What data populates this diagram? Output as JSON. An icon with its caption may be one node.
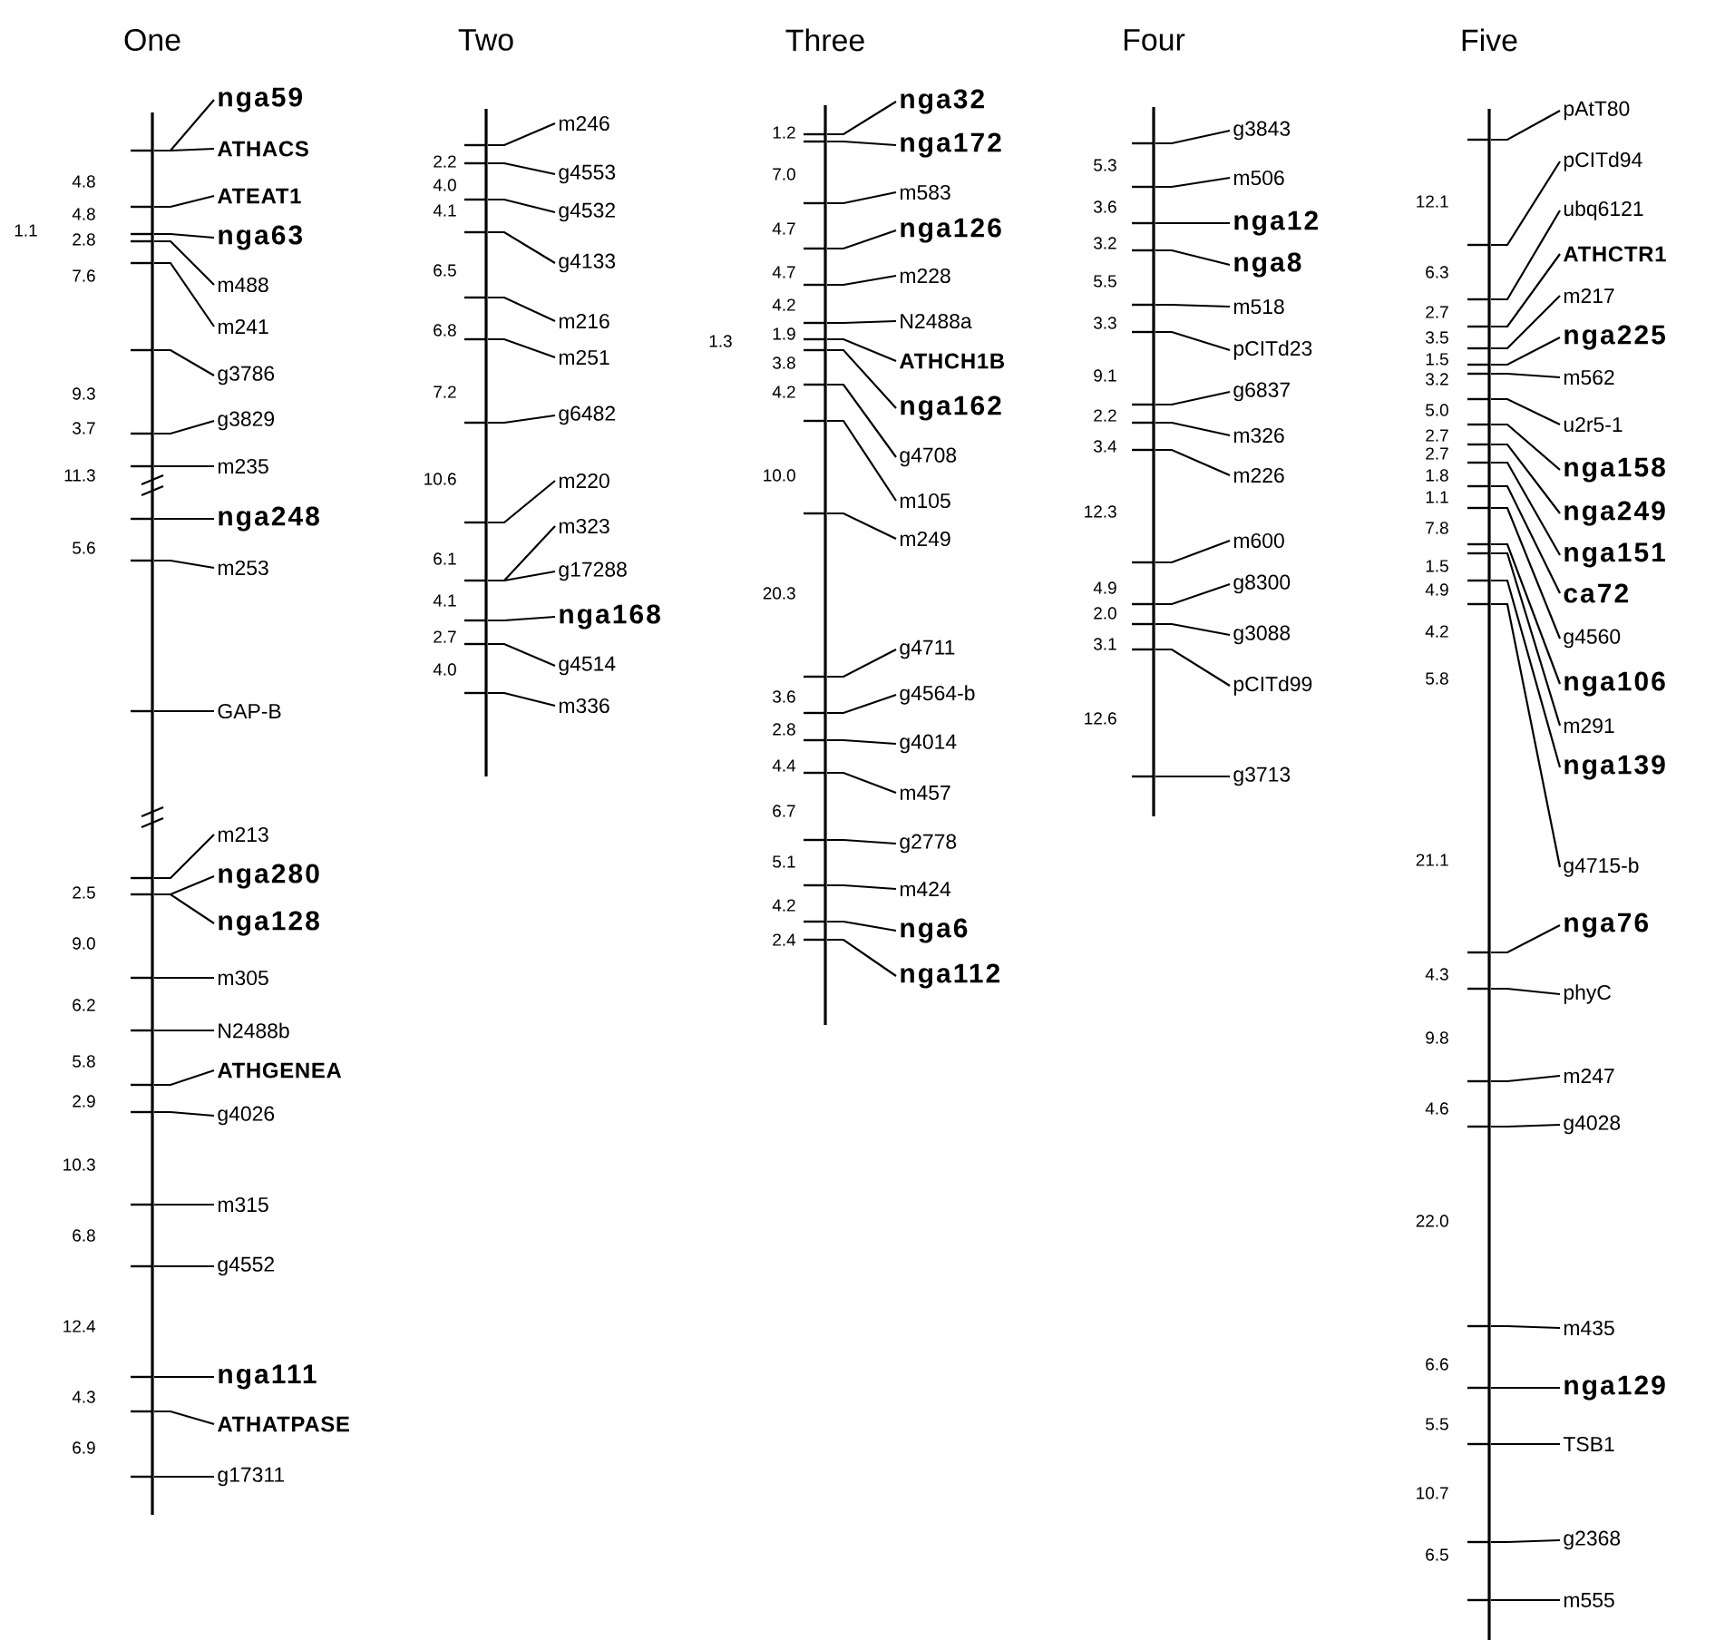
{
  "diagram": {
    "nodes": [
      {
        "text": [
          "One"
        ],
        "beside": [
          "4.8",
          "4.8",
          "1.1",
          "2.8",
          "7.6",
          "9.3",
          "3.7",
          "11.3",
          "5.6",
          "2.5",
          "9.0",
          "6.2",
          "5.8",
          "2.9",
          "10.3",
          "6.8",
          "12.4",
          "4.3",
          "6.9"
        ]
      },
      {
        "text": [
          "nga59"
        ]
      },
      {
        "text": [
          "ATHACS"
        ]
      },
      {
        "text": [
          "ATEAT1"
        ]
      },
      {
        "text": [
          "nga63"
        ]
      },
      {
        "text": [
          "m488"
        ]
      },
      {
        "text": [
          "m241"
        ]
      },
      {
        "text": [
          "g3786"
        ]
      },
      {
        "text": [
          "g3829"
        ]
      },
      {
        "text": [
          "m235"
        ]
      },
      {
        "text": [
          "nga248"
        ]
      },
      {
        "text": [
          "m253"
        ]
      },
      {
        "text": [
          "GAP-B"
        ]
      },
      {
        "text": [
          "m213"
        ]
      },
      {
        "text": [
          "nga280"
        ]
      },
      {
        "text": [
          "nga128"
        ]
      },
      {
        "text": [
          "m305"
        ]
      },
      {
        "text": [
          "N2488b"
        ]
      },
      {
        "text": [
          "ATHGENEA"
        ]
      },
      {
        "text": [
          "g4026"
        ]
      },
      {
        "text": [
          "m315"
        ]
      },
      {
        "text": [
          "g4552"
        ]
      },
      {
        "text": [
          "nga111"
        ]
      },
      {
        "text": [
          "ATHATPASE"
        ]
      },
      {
        "text": [
          "g17311"
        ]
      },
      {
        "text": [
          "Two"
        ],
        "beside": [
          "2.2",
          "4.0",
          "4.1",
          "6.5",
          "6.8",
          "7.2",
          "10.6",
          "6.1",
          "4.1",
          "2.7",
          "4.0"
        ]
      },
      {
        "text": [
          "m246"
        ]
      },
      {
        "text": [
          "g4553"
        ]
      },
      {
        "text": [
          "g4532"
        ]
      },
      {
        "text": [
          "g4133"
        ]
      },
      {
        "text": [
          "m216"
        ]
      },
      {
        "text": [
          "m251"
        ]
      },
      {
        "text": [
          "g6482"
        ]
      },
      {
        "text": [
          "m220"
        ]
      },
      {
        "text": [
          "m323"
        ]
      },
      {
        "text": [
          "g17288"
        ]
      },
      {
        "text": [
          "nga168"
        ]
      },
      {
        "text": [
          "g4514"
        ]
      },
      {
        "text": [
          "m336"
        ]
      },
      {
        "text": [
          "Three"
        ],
        "beside": [
          "1.2",
          "7.0",
          "4.7",
          "4.7",
          "4.2",
          "1.3",
          "1.9",
          "3.8",
          "4.2",
          "10.0",
          "20.3",
          "3.6",
          "2.8",
          "4.4",
          "6.7",
          "5.1",
          "4.2",
          "2.4"
        ]
      },
      {
        "text": [
          "nga32"
        ]
      },
      {
        "text": [
          "nga172"
        ]
      },
      {
        "text": [
          "m583"
        ]
      },
      {
        "text": [
          "nga126"
        ]
      },
      {
        "text": [
          "m228"
        ]
      },
      {
        "text": [
          "N2488a"
        ]
      },
      {
        "text": [
          "ATHCH1B"
        ]
      },
      {
        "text": [
          "nga162"
        ]
      },
      {
        "text": [
          "g4708"
        ]
      },
      {
        "text": [
          "m105"
        ]
      },
      {
        "text": [
          "m249"
        ]
      },
      {
        "text": [
          "g4711"
        ]
      },
      {
        "text": [
          "g4564-b"
        ]
      },
      {
        "text": [
          "g4014"
        ]
      },
      {
        "text": [
          "m457"
        ]
      },
      {
        "text": [
          "g2778"
        ]
      },
      {
        "text": [
          "m424"
        ]
      },
      {
        "text": [
          "nga6"
        ]
      },
      {
        "text": [
          "nga112"
        ]
      },
      {
        "text": [
          "Four"
        ],
        "beside": [
          "5.3",
          "3.6",
          "3.2",
          "5.5",
          "3.3",
          "9.1",
          "2.2",
          "3.4",
          "12.3",
          "4.9",
          "2.0",
          "3.1",
          "12.6"
        ]
      },
      {
        "text": [
          "g3843"
        ]
      },
      {
        "text": [
          "m506"
        ]
      },
      {
        "text": [
          "nga12"
        ]
      },
      {
        "text": [
          "nga8"
        ]
      },
      {
        "text": [
          "m518"
        ]
      },
      {
        "text": [
          "pCITd23"
        ]
      },
      {
        "text": [
          "g6837"
        ]
      },
      {
        "text": [
          "m326"
        ]
      },
      {
        "text": [
          "m226"
        ]
      },
      {
        "text": [
          "m600"
        ]
      },
      {
        "text": [
          "g8300"
        ]
      },
      {
        "text": [
          "g3088"
        ]
      },
      {
        "text": [
          "pCITd99"
        ]
      },
      {
        "text": [
          "g3713"
        ]
      },
      {
        "text": [
          "Five"
        ],
        "beside": [
          "12.1",
          "6.3",
          "2.7",
          "3.5",
          "1.5",
          "3.2",
          "5.0",
          "2.7",
          "2.7",
          "1.8",
          "1.1",
          "7.8",
          "1.5",
          "4.9",
          "4.2",
          "5.8",
          "21.1",
          "4.3",
          "9.8",
          "4.6",
          "22.0",
          "6.6",
          "5.5",
          "10.7",
          "6.5"
        ]
      },
      {
        "text": [
          "pAtT80"
        ]
      },
      {
        "text": [
          "pCITd94"
        ]
      },
      {
        "text": [
          "ubq6121"
        ]
      },
      {
        "text": [
          "ATHCTR1"
        ]
      },
      {
        "text": [
          "m217"
        ]
      },
      {
        "text": [
          "nga225"
        ]
      },
      {
        "text": [
          "m562"
        ]
      },
      {
        "text": [
          "u2r5-1"
        ]
      },
      {
        "text": [
          "nga158"
        ]
      },
      {
        "text": [
          "nga249"
        ]
      },
      {
        "text": [
          "nga151"
        ]
      },
      {
        "text": [
          "ca72"
        ]
      },
      {
        "text": [
          "g4560"
        ]
      },
      {
        "text": [
          "nga106"
        ]
      },
      {
        "text": [
          "m291"
        ]
      },
      {
        "text": [
          "nga139"
        ]
      },
      {
        "text": [
          "g4715-b"
        ]
      },
      {
        "text": [
          "nga76"
        ]
      },
      {
        "text": [
          "phyC"
        ]
      },
      {
        "text": [
          "m247"
        ]
      },
      {
        "text": [
          "g4028"
        ]
      },
      {
        "text": [
          "m435"
        ]
      },
      {
        "text": [
          "nga129"
        ]
      },
      {
        "text": [
          "TSB1"
        ]
      },
      {
        "text": [
          "g2368"
        ]
      },
      {
        "text": [
          "m555"
        ]
      }
    ],
    "edges": [
      {
        "from": 1,
        "to": 0,
        "arrow": "none"
      },
      {
        "from": 2,
        "to": 0,
        "arrow": "none"
      },
      {
        "from": 3,
        "to": 0,
        "arrow": "none"
      },
      {
        "from": 4,
        "to": 0,
        "arrow": "none"
      },
      {
        "from": 5,
        "to": 0,
        "arrow": "none"
      },
      {
        "from": 6,
        "to": 0,
        "arrow": "none"
      },
      {
        "from": 7,
        "to": 0,
        "arrow": "none"
      },
      {
        "from": 8,
        "to": 0,
        "arrow": "none"
      },
      {
        "from": 9,
        "to": 0,
        "arrow": "none"
      },
      {
        "from": 10,
        "to": 0,
        "arrow": "none"
      },
      {
        "from": 11,
        "to": 0,
        "arrow": "none"
      },
      {
        "from": 12,
        "to": 0,
        "arrow": "none"
      },
      {
        "from": 13,
        "to": 0,
        "arrow": "none"
      },
      {
        "from": 14,
        "to": 0,
        "arrow": "none"
      },
      {
        "from": 15,
        "to": 0,
        "arrow": "none"
      },
      {
        "from": 16,
        "to": 0,
        "arrow": "none"
      },
      {
        "from": 17,
        "to": 0,
        "arrow": "none"
      },
      {
        "from": 18,
        "to": 0,
        "arrow": "none"
      },
      {
        "from": 19,
        "to": 0,
        "arrow": "none"
      },
      {
        "from": 20,
        "to": 0,
        "arrow": "none"
      },
      {
        "from": 21,
        "to": 0,
        "arrow": "none"
      },
      {
        "from": 22,
        "to": 0,
        "arrow": "none"
      },
      {
        "from": 23,
        "to": 0,
        "arrow": "none"
      },
      {
        "from": 24,
        "to": 0,
        "arrow": "none"
      },
      {
        "from": 26,
        "to": 25,
        "arrow": "none"
      },
      {
        "from": 27,
        "to": 25,
        "arrow": "none"
      },
      {
        "from": 28,
        "to": 25,
        "arrow": "none"
      },
      {
        "from": 29,
        "to": 25,
        "arrow": "none"
      },
      {
        "from": 30,
        "to": 25,
        "arrow": "none"
      },
      {
        "from": 31,
        "to": 25,
        "arrow": "none"
      },
      {
        "from": 32,
        "to": 25,
        "arrow": "none"
      },
      {
        "from": 33,
        "to": 25,
        "arrow": "none"
      },
      {
        "from": 34,
        "to": 25,
        "arrow": "none"
      },
      {
        "from": 35,
        "to": 25,
        "arrow": "none"
      },
      {
        "from": 36,
        "to": 25,
        "arrow": "none"
      },
      {
        "from": 37,
        "to": 25,
        "arrow": "none"
      },
      {
        "from": 38,
        "to": 25,
        "arrow": "none"
      },
      {
        "from": 40,
        "to": 39,
        "arrow": "none"
      },
      {
        "from": 41,
        "to": 39,
        "arrow": "none"
      },
      {
        "from": 42,
        "to": 39,
        "arrow": "none"
      },
      {
        "from": 43,
        "to": 39,
        "arrow": "none"
      },
      {
        "from": 44,
        "to": 39,
        "arrow": "none"
      },
      {
        "from": 45,
        "to": 39,
        "arrow": "none"
      },
      {
        "from": 46,
        "to": 39,
        "arrow": "none"
      },
      {
        "from": 47,
        "to": 39,
        "arrow": "none"
      },
      {
        "from": 48,
        "to": 39,
        "arrow": "none"
      },
      {
        "from": 49,
        "to": 39,
        "arrow": "none"
      },
      {
        "from": 50,
        "to": 39,
        "arrow": "none"
      },
      {
        "from": 51,
        "to": 39,
        "arrow": "none"
      },
      {
        "from": 52,
        "to": 39,
        "arrow": "none"
      },
      {
        "from": 53,
        "to": 39,
        "arrow": "none"
      },
      {
        "from": 54,
        "to": 39,
        "arrow": "none"
      },
      {
        "from": 55,
        "to": 39,
        "arrow": "none"
      },
      {
        "from": 56,
        "to": 39,
        "arrow": "none"
      },
      {
        "from": 57,
        "to": 39,
        "arrow": "none"
      },
      {
        "from": 58,
        "to": 39,
        "arrow": "none"
      },
      {
        "from": 60,
        "to": 59,
        "arrow": "none"
      },
      {
        "from": 61,
        "to": 59,
        "arrow": "none"
      },
      {
        "from": 62,
        "to": 59,
        "arrow": "none"
      },
      {
        "from": 63,
        "to": 59,
        "arrow": "none"
      },
      {
        "from": 64,
        "to": 59,
        "arrow": "none"
      },
      {
        "from": 65,
        "to": 59,
        "arrow": "none"
      },
      {
        "from": 66,
        "to": 59,
        "arrow": "none"
      },
      {
        "from": 67,
        "to": 59,
        "arrow": "none"
      },
      {
        "from": 68,
        "to": 59,
        "arrow": "none"
      },
      {
        "from": 69,
        "to": 59,
        "arrow": "none"
      },
      {
        "from": 70,
        "to": 59,
        "arrow": "none"
      },
      {
        "from": 71,
        "to": 59,
        "arrow": "none"
      },
      {
        "from": 72,
        "to": 59,
        "arrow": "none"
      },
      {
        "from": 73,
        "to": 59,
        "arrow": "none"
      },
      {
        "from": 75,
        "to": 74,
        "arrow": "none"
      },
      {
        "from": 76,
        "to": 74,
        "arrow": "none"
      },
      {
        "from": 77,
        "to": 74,
        "arrow": "none"
      },
      {
        "from": 78,
        "to": 74,
        "arrow": "none"
      },
      {
        "from": 79,
        "to": 74,
        "arrow": "none"
      },
      {
        "from": 80,
        "to": 74,
        "arrow": "none"
      },
      {
        "from": 81,
        "to": 74,
        "arrow": "none"
      },
      {
        "from": 82,
        "to": 74,
        "arrow": "none"
      },
      {
        "from": 83,
        "to": 74,
        "arrow": "none"
      },
      {
        "from": 84,
        "to": 74,
        "arrow": "none"
      },
      {
        "from": 85,
        "to": 74,
        "arrow": "none"
      },
      {
        "from": 86,
        "to": 74,
        "arrow": "none"
      },
      {
        "from": 87,
        "to": 74,
        "arrow": "none"
      },
      {
        "from": 88,
        "to": 74,
        "arrow": "none"
      },
      {
        "from": 89,
        "to": 74,
        "arrow": "none"
      },
      {
        "from": 90,
        "to": 74,
        "arrow": "none"
      },
      {
        "from": 91,
        "to": 74,
        "arrow": "none"
      },
      {
        "from": 92,
        "to": 74,
        "arrow": "none"
      },
      {
        "from": 93,
        "to": 74,
        "arrow": "none"
      },
      {
        "from": 94,
        "to": 74,
        "arrow": "none"
      },
      {
        "from": 95,
        "to": 74,
        "arrow": "none"
      },
      {
        "from": 96,
        "to": 74,
        "arrow": "none"
      },
      {
        "from": 97,
        "to": 74,
        "arrow": "none"
      },
      {
        "from": 98,
        "to": 74,
        "arrow": "none"
      },
      {
        "from": 99,
        "to": 74,
        "arrow": "none"
      },
      {
        "from": 100,
        "to": 74,
        "arrow": "none"
      }
    ]
  }
}
